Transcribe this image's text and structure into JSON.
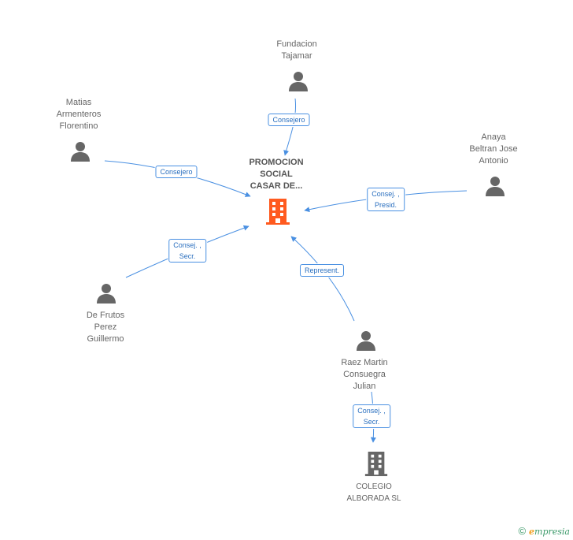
{
  "center": {
    "lines": [
      "PROMOCION",
      "SOCIAL",
      "CASAR DE..."
    ],
    "color": "#ff5a1f"
  },
  "persons": [
    {
      "lines": [
        "Fundacion",
        "Tajamar"
      ]
    },
    {
      "lines": [
        "Matias",
        "Armenteros",
        "Florentino"
      ]
    },
    {
      "lines": [
        "Anaya",
        "Beltran Jose",
        "Antonio"
      ]
    },
    {
      "lines": [
        "De Frutos",
        "Perez",
        "Guillermo"
      ]
    },
    {
      "lines": [
        "Raez Martin",
        "Consuegra",
        "Julian"
      ]
    }
  ],
  "company": {
    "lines": [
      "COLEGIO",
      "ALBORADA SL"
    ]
  },
  "edge_labels": [
    {
      "lines": [
        "Consejero"
      ]
    },
    {
      "lines": [
        "Consejero"
      ]
    },
    {
      "lines": [
        "Consej. ,",
        "Presid."
      ]
    },
    {
      "lines": [
        "Consej. ,",
        "Secr."
      ]
    },
    {
      "lines": [
        "Represent."
      ]
    },
    {
      "lines": [
        "Consej. ,",
        "Secr."
      ]
    }
  ],
  "colors": {
    "edge": "#4a90e2",
    "person_icon": "#666666",
    "company_icon": "#666666"
  },
  "footer": {
    "copyright": "©",
    "brand_initial": "e",
    "brand_rest": "mpresia"
  }
}
